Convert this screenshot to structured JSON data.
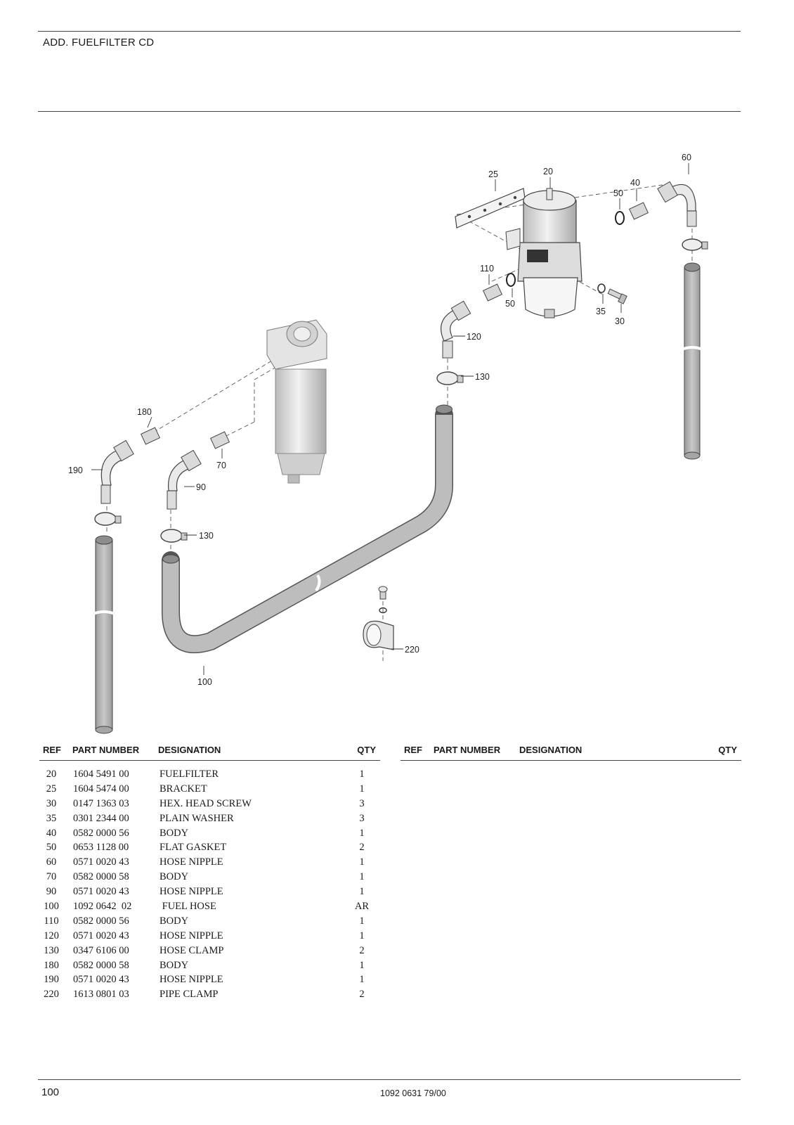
{
  "header": {
    "title": "ADD. FUELFILTER CD"
  },
  "diagram": {
    "callouts": [
      "20",
      "25",
      "60",
      "40",
      "50",
      "110",
      "50",
      "35",
      "30",
      "120",
      "130",
      "180",
      "190",
      "70",
      "90",
      "130",
      "100",
      "220"
    ]
  },
  "table_headers": {
    "ref": "REF",
    "part_number": "PART NUMBER",
    "designation": "DESIGNATION",
    "qty": "QTY"
  },
  "parts": [
    {
      "ref": "20",
      "part_number": "1604 5491 00",
      "designation": "FUELFILTER",
      "qty": "1"
    },
    {
      "ref": "25",
      "part_number": "1604 5474 00",
      "designation": "BRACKET",
      "qty": "1"
    },
    {
      "ref": "30",
      "part_number": "0147 1363 03",
      "designation": "HEX. HEAD SCREW",
      "qty": "3"
    },
    {
      "ref": "35",
      "part_number": "0301 2344 00",
      "designation": "PLAIN WASHER",
      "qty": "3"
    },
    {
      "ref": "40",
      "part_number": "0582 0000 56",
      "designation": "BODY",
      "qty": "1"
    },
    {
      "ref": "50",
      "part_number": "0653 1128 00",
      "designation": "FLAT GASKET",
      "qty": "2"
    },
    {
      "ref": "60",
      "part_number": "0571 0020 43",
      "designation": "HOSE NIPPLE",
      "qty": "1"
    },
    {
      "ref": "70",
      "part_number": "0582 0000 58",
      "designation": "BODY",
      "qty": "1"
    },
    {
      "ref": "90",
      "part_number": "0571 0020 43",
      "designation": "HOSE NIPPLE",
      "qty": "1"
    },
    {
      "ref": "100",
      "part_number": "1092 0642  02",
      "designation": " FUEL HOSE",
      "qty": "AR"
    },
    {
      "ref": "110",
      "part_number": "0582 0000 56",
      "designation": "BODY",
      "qty": "1"
    },
    {
      "ref": "120",
      "part_number": "0571 0020 43",
      "designation": "HOSE NIPPLE",
      "qty": "1"
    },
    {
      "ref": "130",
      "part_number": "0347 6106 00",
      "designation": "HOSE CLAMP",
      "qty": "2"
    },
    {
      "ref": "180",
      "part_number": "0582 0000 58",
      "designation": "BODY",
      "qty": "1"
    },
    {
      "ref": "190",
      "part_number": "0571 0020 43",
      "designation": "HOSE NIPPLE",
      "qty": "1"
    },
    {
      "ref": "220",
      "part_number": "1613 0801 03",
      "designation": "PIPE CLAMP",
      "qty": "2"
    }
  ],
  "footer": {
    "page_number": "100",
    "document_number": "1092 0631 79/00"
  }
}
